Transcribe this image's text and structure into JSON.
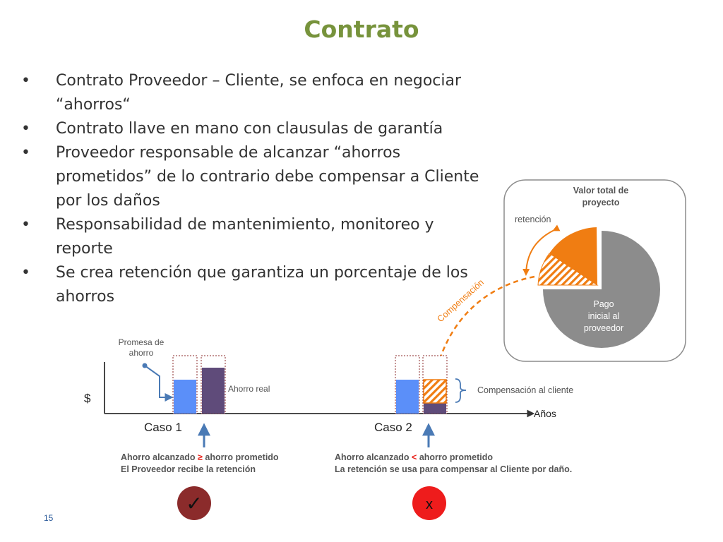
{
  "slide": {
    "title": "Contrato",
    "page_number": "15"
  },
  "bullets": [
    "Contrato Proveedor – Cliente, se enfoca en negociar “ahorros“",
    "Contrato llave en mano con clausulas de garantía",
    "Proveedor responsable de alcanzar “ahorros prometidos” de lo contrario debe compensar a Cliente por los daños",
    "Responsabilidad de mantenimiento, monitoreo y reporte",
    "Se crea retención que garantiza un porcentaje de los ahorros"
  ],
  "pie_panel": {
    "title_line1": "Valor total de",
    "title_line2": "proyecto",
    "retention_label": "retención",
    "payment_label_line1": "Pago",
    "payment_label_line2": "inicial al",
    "payment_label_line3": "proveedor",
    "compensation_arrow_label": "Compensación"
  },
  "chart": {
    "y_axis_label": "$",
    "x_axis_label": "Años",
    "promise_label_line1": "Promesa de",
    "promise_label_line2": "ahorro",
    "real_saving_label": "Ahorro real",
    "client_compensation_label": "Compensación al cliente",
    "case1_label": "Caso 1",
    "case2_label": "Caso 2"
  },
  "case1": {
    "line1_prefix": "Ahorro alcanzado ",
    "line1_symbol": "≥",
    "line1_suffix": " ahorro prometido",
    "line2": "El Proveedor recibe la retención",
    "badge": "✓"
  },
  "case2": {
    "line1_prefix": "Ahorro alcanzado ",
    "line1_symbol": "<",
    "line1_suffix": " ahorro prometido",
    "line2": "La retención se usa para compensar al Cliente por daño.",
    "badge": "x"
  },
  "colors": {
    "title_green": "#77933c",
    "bar_blue": "#5b8ff9",
    "bar_purple": "#5f4b7a",
    "orange": "#f07d12",
    "pie_gray": "#8c8c8c",
    "arrow_blue": "#4a7ab5",
    "symbol_red": "#e8241c",
    "badge_dark_red": "#8b2b2b",
    "badge_red": "#ee1c1c"
  }
}
